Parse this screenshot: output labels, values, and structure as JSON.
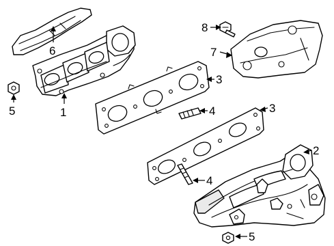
{
  "callouts": {
    "c1": "1",
    "c2": "2",
    "c3a": "3",
    "c3b": "3",
    "c4a": "4",
    "c4b": "4",
    "c5a": "5",
    "c5b": "5",
    "c6": "6",
    "c7": "7",
    "c8": "8"
  }
}
